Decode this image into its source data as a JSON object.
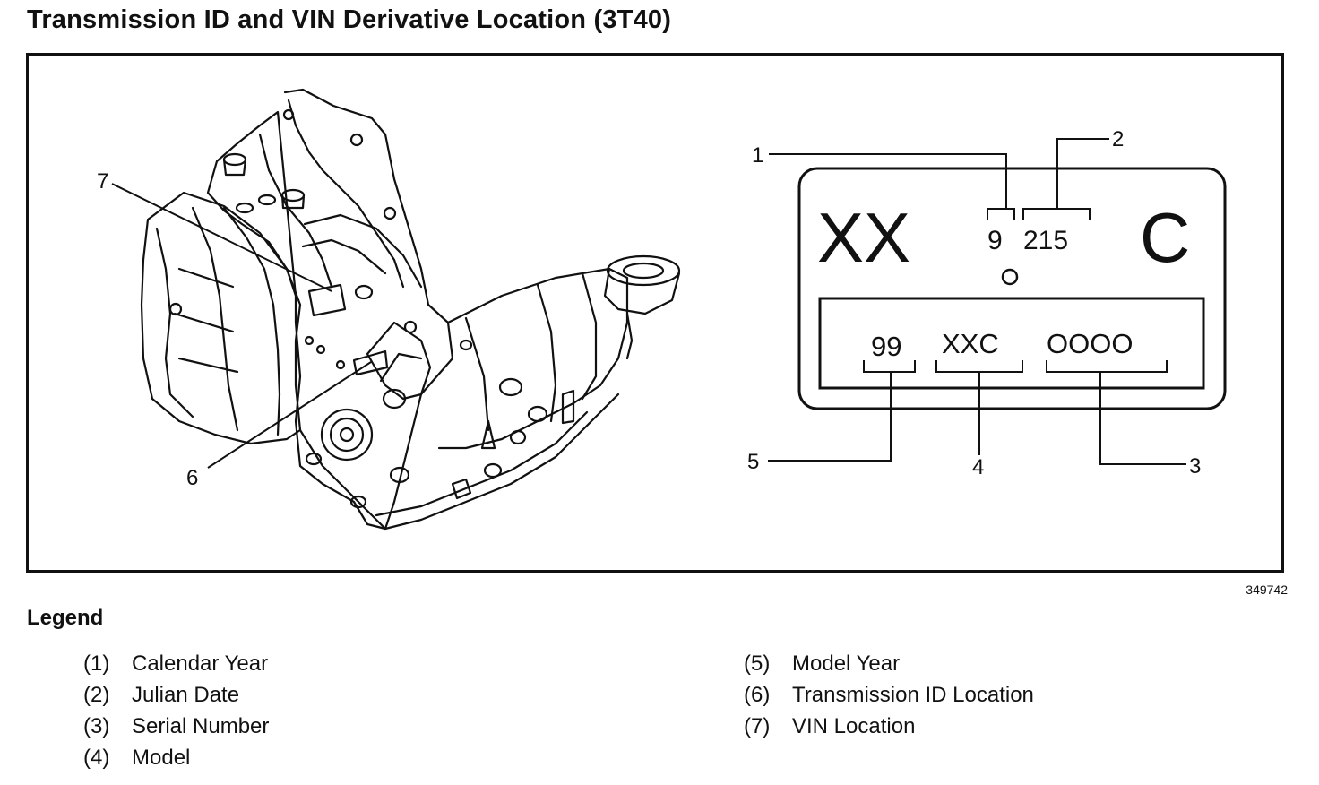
{
  "title": "Transmission ID and VIN Derivative Location (3T40)",
  "figure_number": "349742",
  "plate": {
    "left_code": "XX",
    "calendar_year": "9",
    "julian_date": "215",
    "right_code": "C",
    "model_year": "99",
    "model": "XXC",
    "serial": "OOOO"
  },
  "callouts": {
    "c1": "1",
    "c2": "2",
    "c3": "3",
    "c4": "4",
    "c5": "5",
    "c6": "6",
    "c7": "7"
  },
  "legend": {
    "heading": "Legend",
    "left": [
      {
        "num": "(1)",
        "label": "Calendar Year"
      },
      {
        "num": "(2)",
        "label": "Julian Date"
      },
      {
        "num": "(3)",
        "label": "Serial Number"
      },
      {
        "num": "(4)",
        "label": "Model"
      }
    ],
    "right": [
      {
        "num": "(5)",
        "label": "Model Year"
      },
      {
        "num": "(6)",
        "label": "Transmission ID Location"
      },
      {
        "num": "(7)",
        "label": "VIN Location"
      }
    ]
  }
}
